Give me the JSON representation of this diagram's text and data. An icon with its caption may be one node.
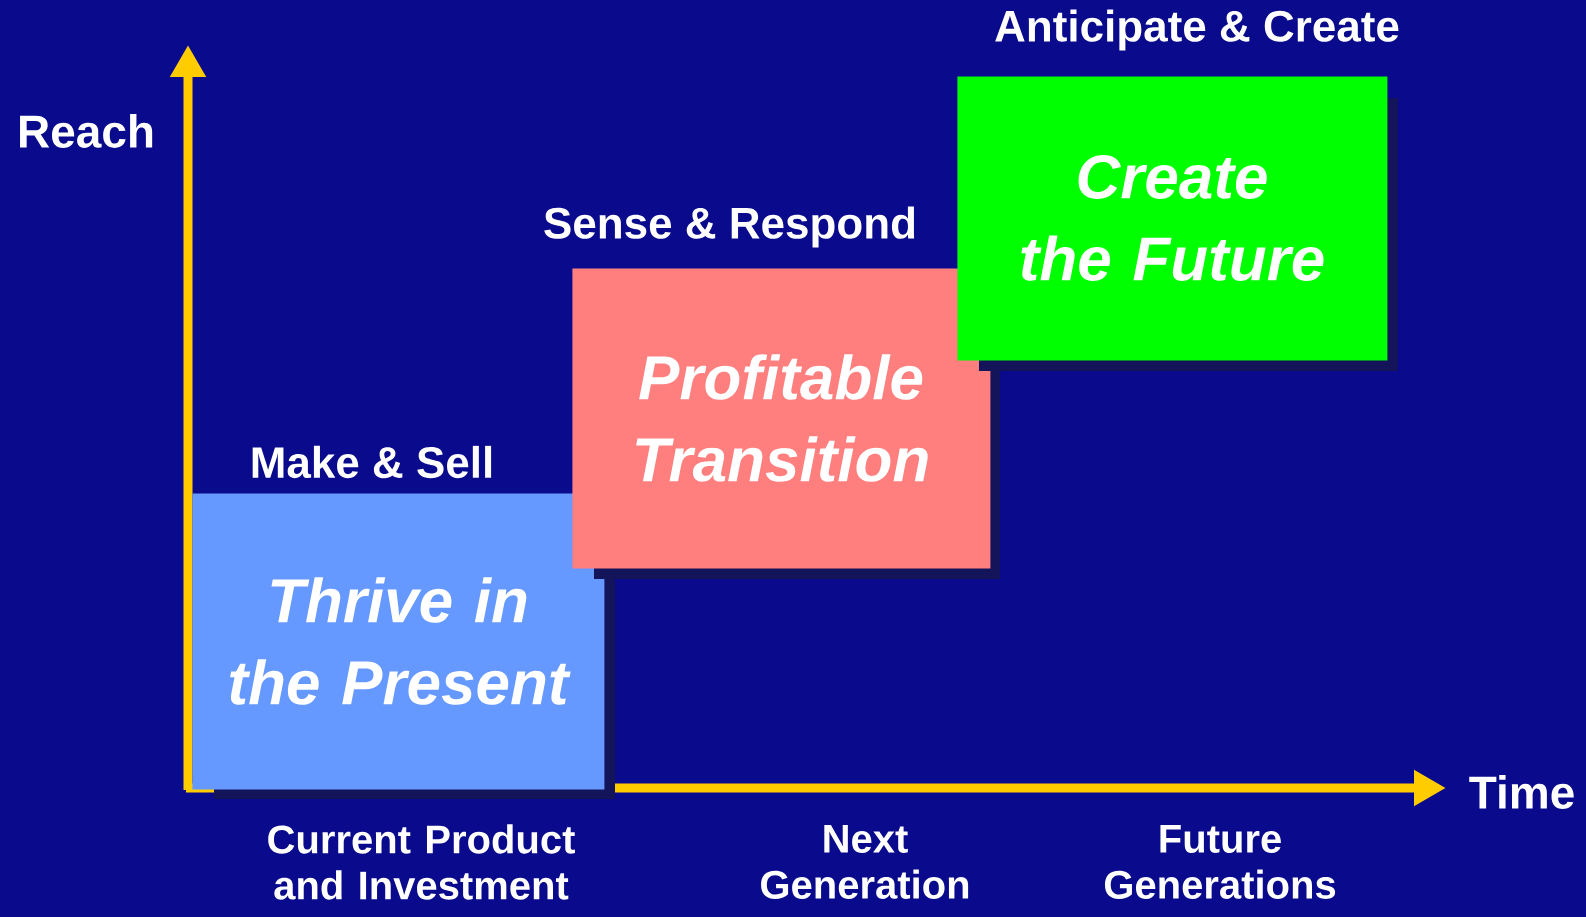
{
  "diagram": {
    "nodes": [
      {
        "text": [
          "Make & Sell",
          "Thrive in the Present"
        ]
      },
      {
        "text": [
          "Sense & Respond",
          "Profitable Transition"
        ]
      },
      {
        "text": [
          "Anticipate & Create",
          "Create the Future"
        ]
      }
    ],
    "labels": [
      "Reach",
      "Time",
      "Current Product and Investment",
      "Next Generation",
      "Future Generations"
    ]
  }
}
